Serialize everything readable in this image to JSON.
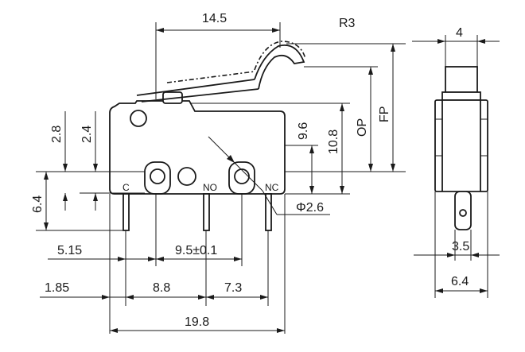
{
  "labels": {
    "width_top": "14.5",
    "radius": "R3",
    "side_width": "4",
    "dim_2_8": "2.8",
    "dim_2_4": "2.4",
    "dim_9_6": "9.6",
    "dim_10_8": "10.8",
    "op": "OP",
    "fp": "FP",
    "dim_6_4_left": "6.4",
    "terminal_c": "C",
    "terminal_no": "NO",
    "terminal_nc": "NC",
    "hole_diameter": "Φ2.6",
    "dim_5_15": "5.15",
    "pin_pitch": "9.5±0.1",
    "dim_3_5": "3.5",
    "dim_1_85": "1.85",
    "dim_8_8": "8.8",
    "dim_7_3": "7.3",
    "dim_6_4_right": "6.4",
    "total_length": "19.8"
  }
}
